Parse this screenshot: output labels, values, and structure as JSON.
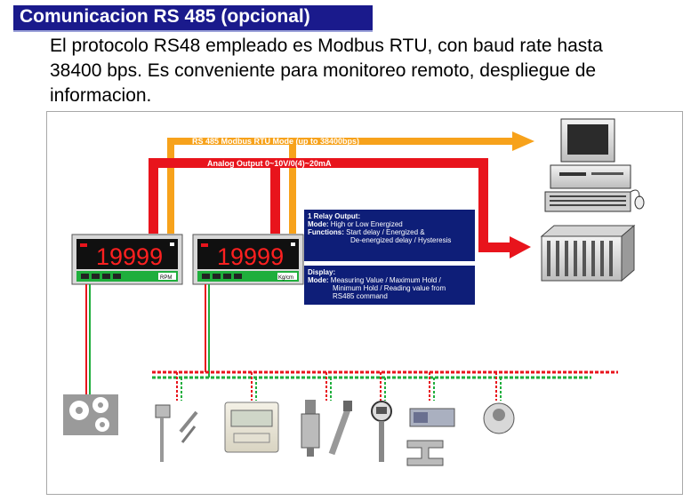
{
  "heading": "Comunicacion RS 485 (opcional)",
  "body_lines": [
    "El protocolo RS48 empleado es Modbus RTU, con baud rate hasta",
    "38400 bps. Es conveniente para monitoreo remoto, despliegue de",
    "informacion."
  ],
  "diagram": {
    "rs485_label": "RS 485 Modbus RTU Mode (up to 38400bps)",
    "analog_label": "Analog Output 0~10V/0(4)~20mA",
    "relay_box": {
      "title": "1 Relay Output:",
      "mode_key": "Mode:",
      "mode_value": "High or Low Energized",
      "functions_key": "Functions:",
      "functions_value_1": "Start delay / Energized &",
      "functions_value_2": "De-energized delay / Hysteresis"
    },
    "display_box": {
      "title": "Display:",
      "mode_key": "Mode:",
      "mode_value_1": "Measuring Value / Maximum Hold /",
      "mode_value_2": "Minimum Hold / Reading value from",
      "mode_value_3": "RS485 command"
    },
    "meter_1": {
      "reading": "19999",
      "unit": "RPM"
    },
    "meter_2": {
      "reading": "19999",
      "unit": "Kg/cm"
    },
    "colors": {
      "orange": "#f7a21b",
      "red": "#e8141c",
      "blue": "#0e1e78",
      "green": "#1fae3c"
    }
  }
}
